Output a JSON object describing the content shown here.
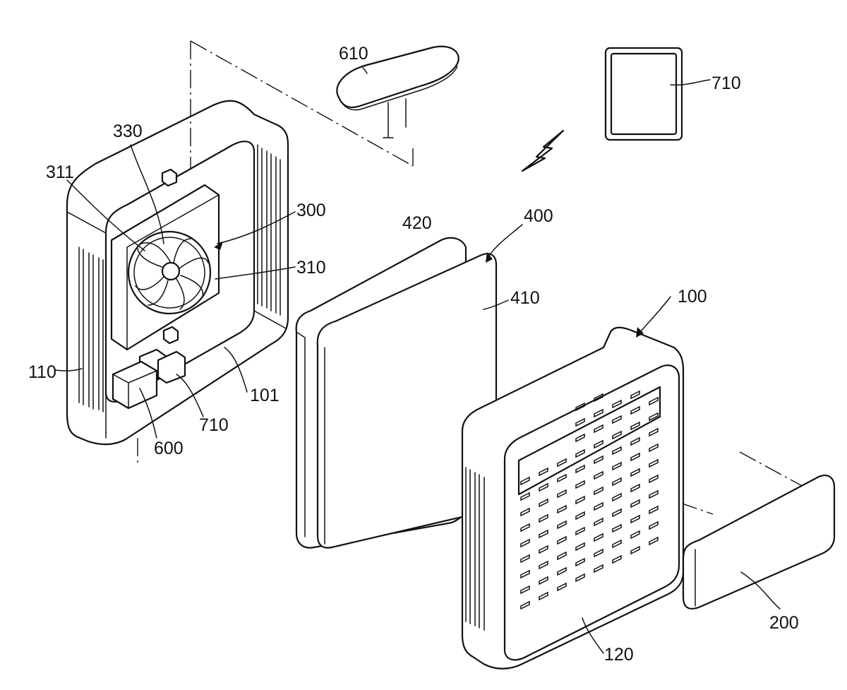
{
  "labels": {
    "l610": "610",
    "l710_top": "710",
    "l330": "330",
    "l311": "311",
    "l300": "300",
    "l310": "310",
    "l420": "420",
    "l400": "400",
    "l410": "410",
    "l100": "100",
    "l110": "110",
    "l101": "101",
    "l710_bottom": "710",
    "l600": "600",
    "l120": "120",
    "l200": "200"
  }
}
